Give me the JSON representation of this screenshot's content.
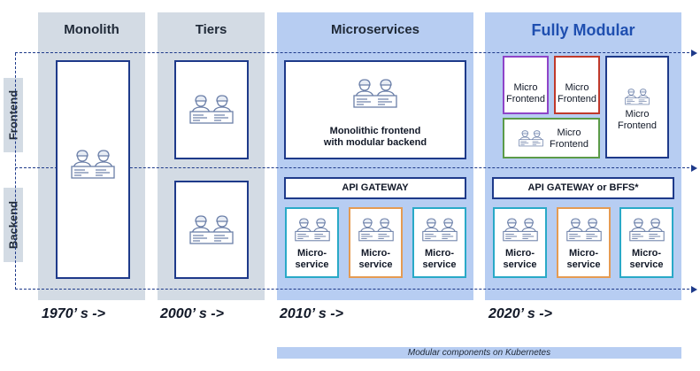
{
  "columns": [
    {
      "title": "Monolith"
    },
    {
      "title": "Tiers"
    },
    {
      "title": "Microservices"
    },
    {
      "title": "Fully Modular"
    }
  ],
  "lanes": {
    "frontend": "Frontend",
    "backend": "Backend"
  },
  "microservices": {
    "frontend_box": "Monolithic frontend with modular backend",
    "gateway": "API GATEWAY",
    "service_label": "Micro-\nservice"
  },
  "fully_modular": {
    "micro_frontend_label": "Micro\nFrontend",
    "gateway": "API GATEWAY or  BFFS*",
    "service_label": "Micro-\nservice"
  },
  "eras": [
    "1970’ s ->",
    "2000’ s ->",
    "2010’ s ->",
    "2020’ s ->"
  ],
  "footnote": "Modular components on Kubernetes",
  "colors": {
    "column_bg": "#d3dbe4",
    "highlight_bg": "#b7cdf2",
    "navy": "#1e3a8a",
    "purple": "#8e44c8",
    "red": "#c0392b",
    "green": "#5b9b48",
    "cyan": "#29a9c7",
    "orange": "#e59b52"
  }
}
